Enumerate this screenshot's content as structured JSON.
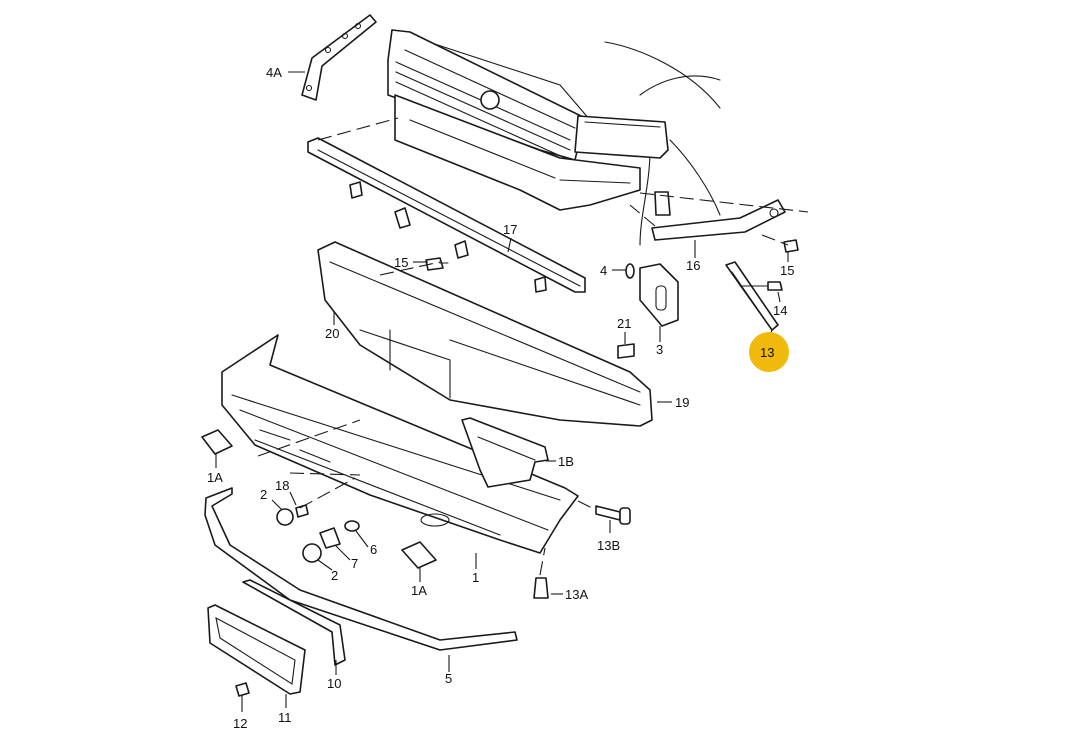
{
  "diagram": {
    "callouts": [
      {
        "key": "l4A",
        "text": "4A"
      },
      {
        "key": "l17",
        "text": "17"
      },
      {
        "key": "l15a",
        "text": "15"
      },
      {
        "key": "l4",
        "text": "4"
      },
      {
        "key": "l16",
        "text": "16"
      },
      {
        "key": "l15b",
        "text": "15"
      },
      {
        "key": "l14",
        "text": "14"
      },
      {
        "key": "l20",
        "text": "20"
      },
      {
        "key": "l21",
        "text": "21"
      },
      {
        "key": "l3",
        "text": "3"
      },
      {
        "key": "l13",
        "text": "13"
      },
      {
        "key": "l19",
        "text": "19"
      },
      {
        "key": "l1B",
        "text": "1B"
      },
      {
        "key": "l1Aa",
        "text": "1A"
      },
      {
        "key": "l18",
        "text": "18"
      },
      {
        "key": "l2a",
        "text": "2"
      },
      {
        "key": "l6",
        "text": "6"
      },
      {
        "key": "l7",
        "text": "7"
      },
      {
        "key": "l2b",
        "text": "2"
      },
      {
        "key": "l1Ab",
        "text": "1A"
      },
      {
        "key": "l1",
        "text": "1"
      },
      {
        "key": "l13B",
        "text": "13B"
      },
      {
        "key": "l13A",
        "text": "13A"
      },
      {
        "key": "l10",
        "text": "10"
      },
      {
        "key": "l5",
        "text": "5"
      },
      {
        "key": "l12",
        "text": "12"
      },
      {
        "key": "l11",
        "text": "11"
      }
    ],
    "highlight": {
      "label": "13",
      "color": "#f0b90b"
    }
  }
}
